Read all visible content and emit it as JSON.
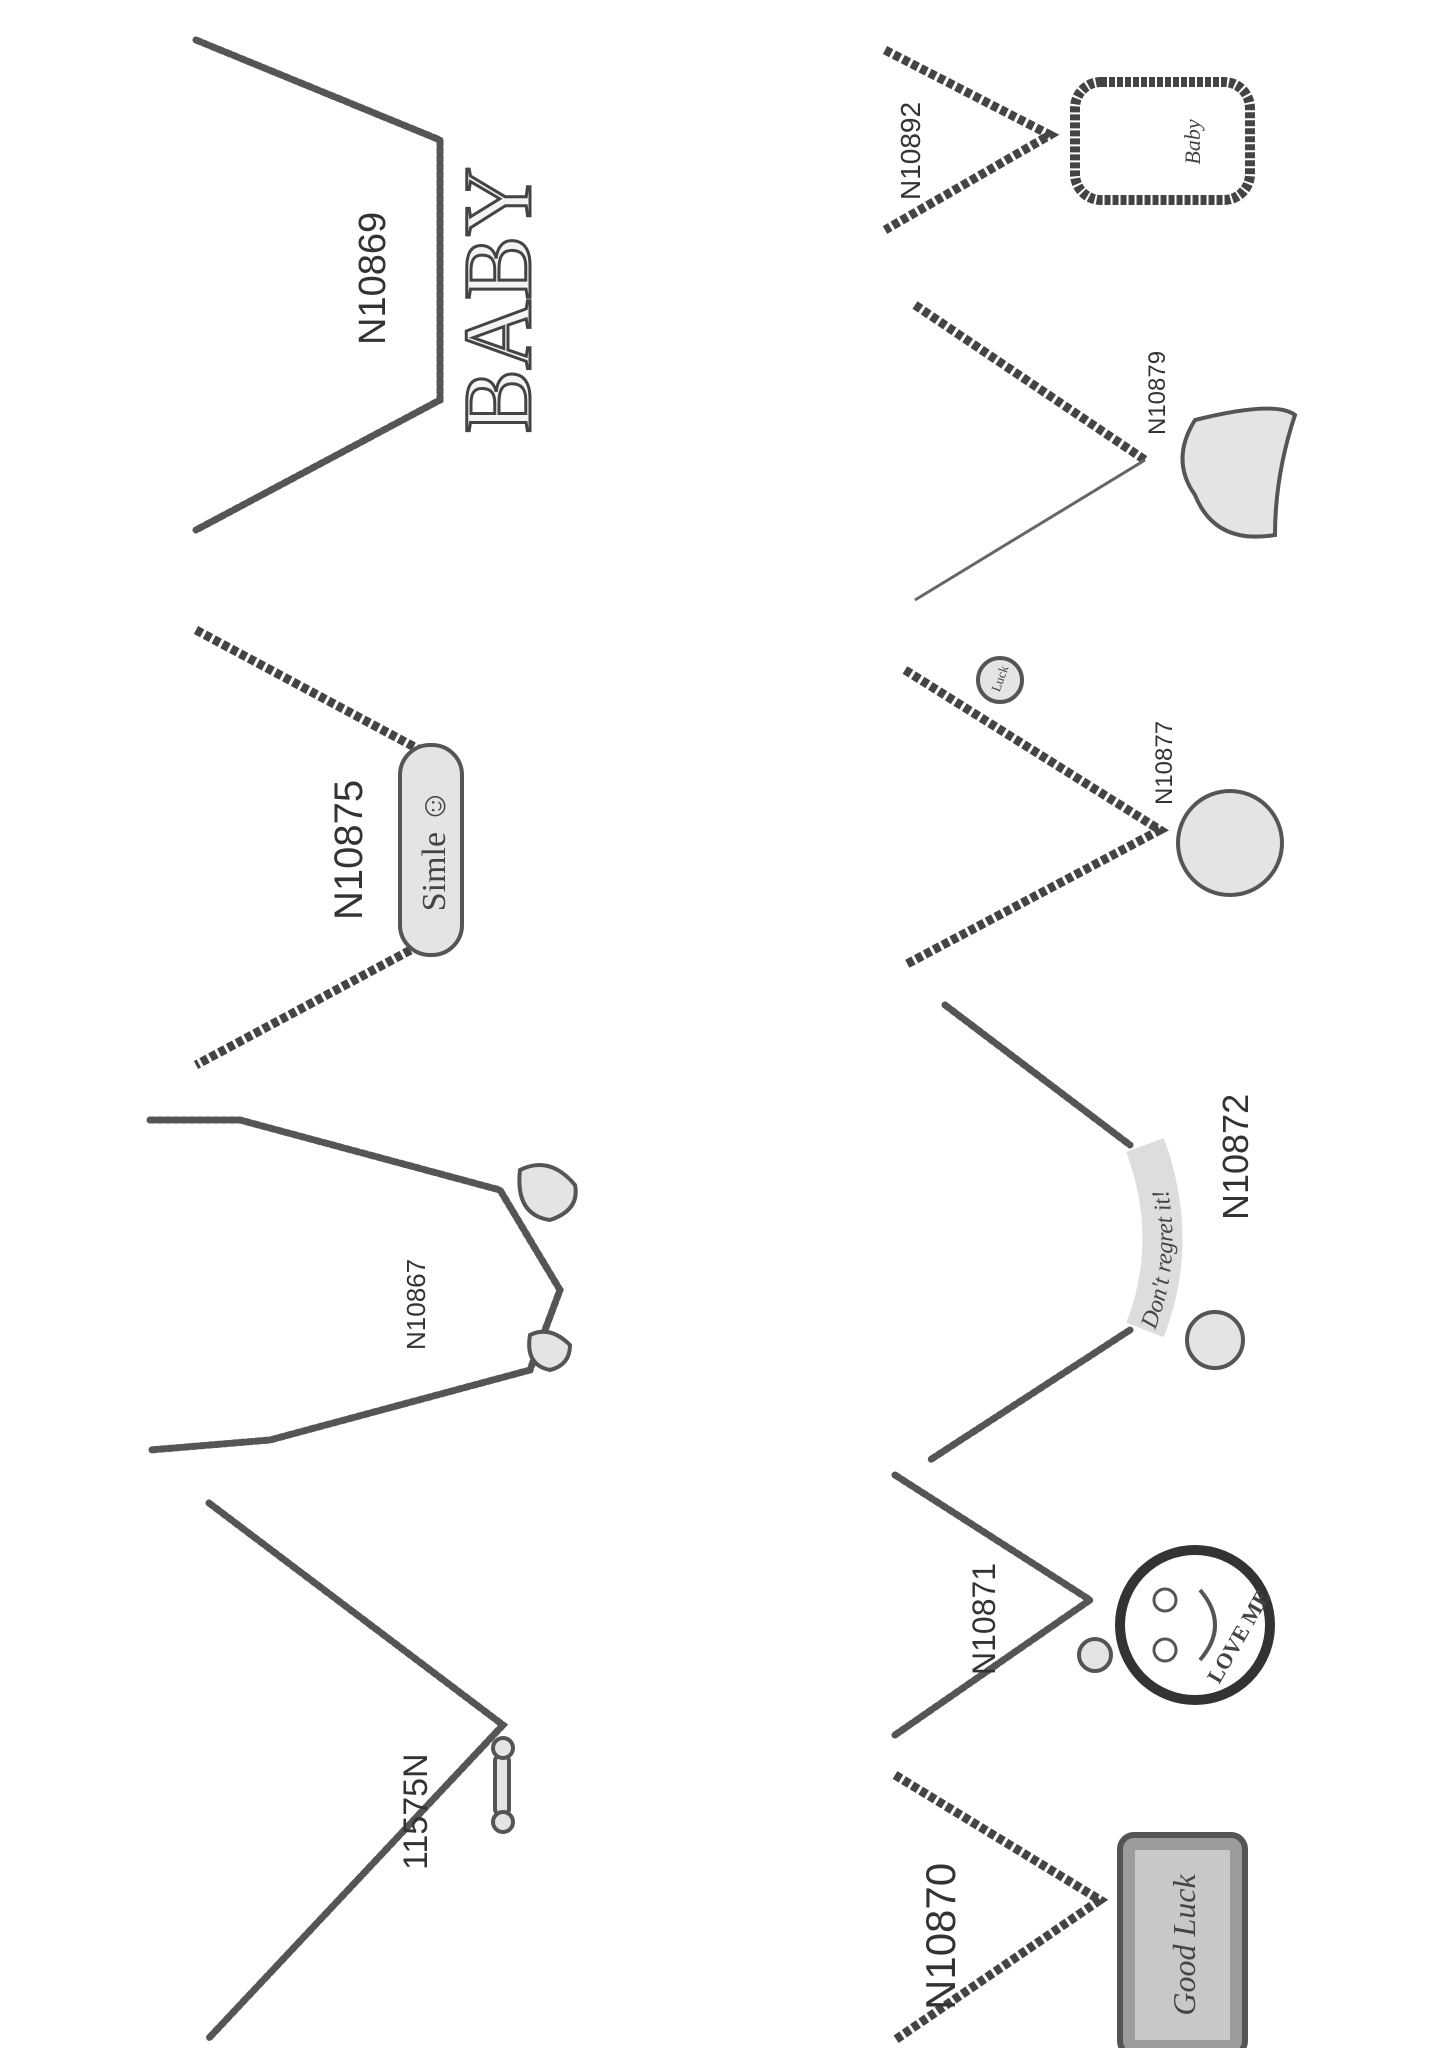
{
  "products": [
    {
      "code": "11575N",
      "pendant_text": ""
    },
    {
      "code": "N10867",
      "pendant_text": ""
    },
    {
      "code": "N10875",
      "pendant_text": "Simle ☺"
    },
    {
      "code": "N10869",
      "pendant_text": "BABY"
    },
    {
      "code": "N10870",
      "pendant_text": "Good Luck"
    },
    {
      "code": "N10871",
      "pendant_text": "LOVE ME"
    },
    {
      "code": "N10872",
      "pendant_text": "Don't regret it!"
    },
    {
      "code": "N10877",
      "pendant_text": "Luck"
    },
    {
      "code": "N10879",
      "pendant_text": ""
    },
    {
      "code": "N10892",
      "pendant_text": "Baby"
    }
  ]
}
